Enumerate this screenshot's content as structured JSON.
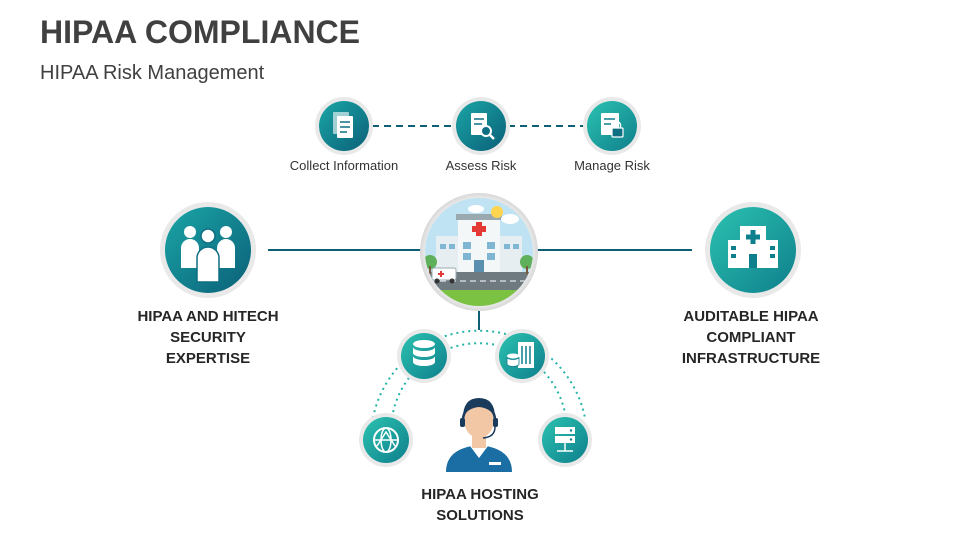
{
  "title": "HIPAA COMPLIANCE",
  "subtitle": "HIPAA Risk Management",
  "steps": [
    {
      "label": "Collect Information",
      "icon": "documents-icon"
    },
    {
      "label": "Assess Risk",
      "icon": "document-search-icon"
    },
    {
      "label": "Manage Risk",
      "icon": "document-lock-icon"
    }
  ],
  "left_node": {
    "line1": "HIPAA AND HITECH",
    "line2": "SECURITY",
    "line3": "EXPERTISE",
    "icon": "team-icon"
  },
  "right_node": {
    "line1": "AUDITABLE HIPAA",
    "line2": "COMPLIANT",
    "line3": "INFRASTRUCTURE",
    "icon": "hospital-building-icon"
  },
  "bottom_node": {
    "line1": "HIPAA HOSTING",
    "line2": "SOLUTIONS",
    "icon": "support-agent-icon"
  },
  "center_icon": "hospital-illustration",
  "orbit_icons": [
    "globe-network-icon",
    "database-icon",
    "data-center-icon",
    "server-rack-icon"
  ],
  "colors": {
    "teal_dark": "#0e6f82",
    "teal_light": "#23b3a8",
    "line": "#0e5f73",
    "text": "#262626"
  }
}
